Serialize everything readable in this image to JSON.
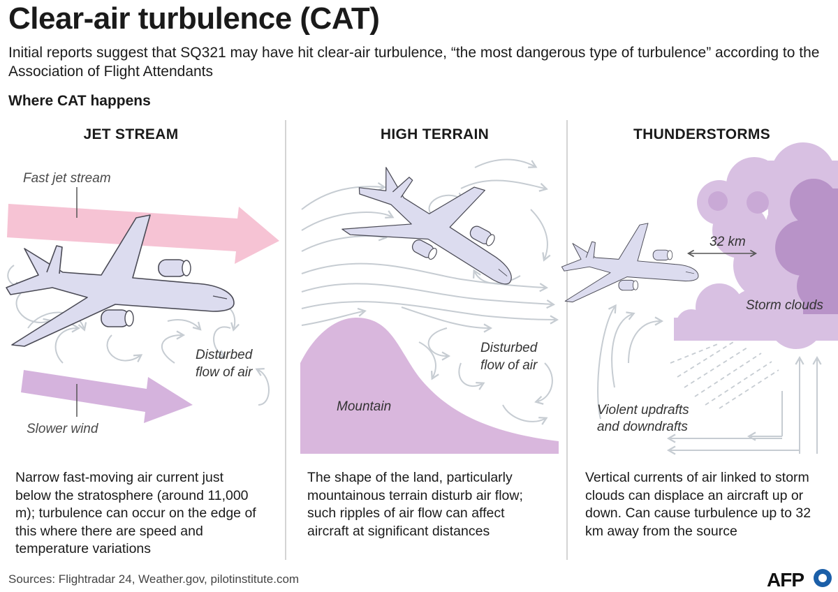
{
  "title": "Clear-air turbulence (CAT)",
  "subtitle": "Initial reports suggest that SQ321 may have hit clear-air turbulence, “the most dangerous type of turbulence” according to the Association of Flight Attendants",
  "section_heading": "Where CAT happens",
  "panels": [
    {
      "title": "JET STREAM",
      "labels": {
        "fast": "Fast jet stream",
        "disturbed_1": "Disturbed",
        "disturbed_2": "flow of air",
        "slow": "Slower wind"
      },
      "description": "Narrow fast-moving air current just below the stratosphere (around 11,000 m); turbulence can occur on the edge of this where there are speed and temperature variations"
    },
    {
      "title": "HIGH TERRAIN",
      "labels": {
        "mountain": "Mountain",
        "disturbed_1": "Disturbed",
        "disturbed_2": "flow of air"
      },
      "description": "The shape of the land, particularly mountainous terrain disturb air flow; such ripples of air flow can affect aircraft at significant distances"
    },
    {
      "title": "THUNDERSTORMS",
      "labels": {
        "distance": "32 km",
        "clouds": "Storm clouds",
        "drafts_1": "Violent updrafts",
        "drafts_2": "and downdrafts"
      },
      "description": "Vertical currents of air linked to storm clouds can displace an aircraft up or down. Can cause turbulence up to 32 km away from the source"
    }
  ],
  "sources": "Sources: Flightradar 24, Weather.gov, pilotinstitute.com",
  "logo": "AFP",
  "colors": {
    "plane": "#dcdcef",
    "plane_outline": "#4a4a55",
    "fast_arrow": "#f6c3d4",
    "slow_arrow": "#d5b3dd",
    "mountain": "#d9b7dd",
    "cloud_light": "#d8c0e2",
    "cloud_dark": "#b893c8",
    "flow": "#c6ccd2"
  }
}
